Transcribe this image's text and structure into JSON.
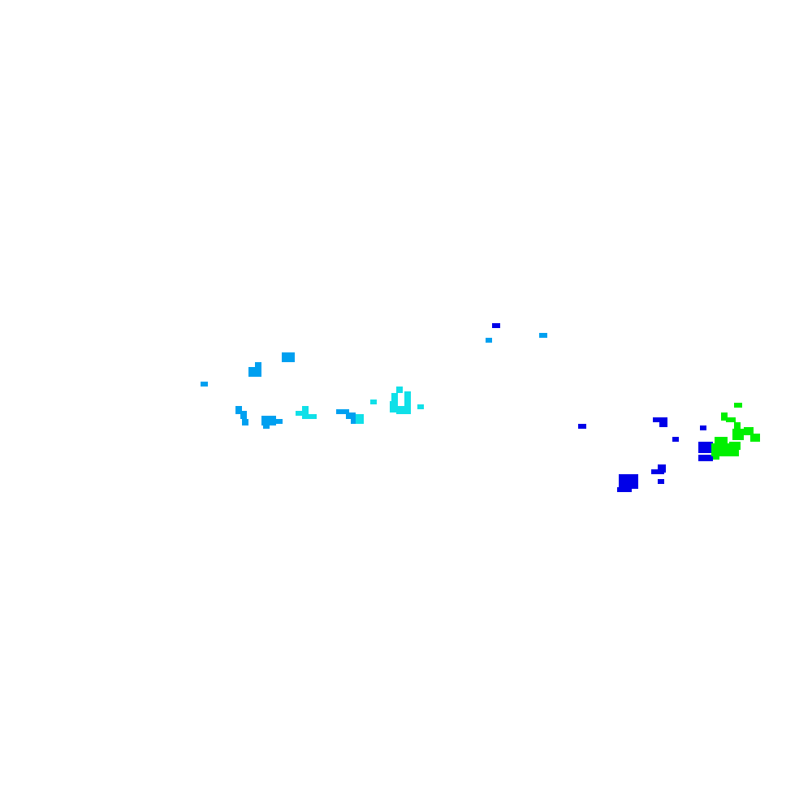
{
  "map": {
    "background": "#ffffff",
    "palette": {
      "light_blue": "#00a0f0",
      "cyan": "#10e0e8",
      "blue": "#0000e8",
      "green": "#00f000"
    },
    "layers": [
      {
        "name": "light-blue-cells",
        "color_key": "light_blue"
      },
      {
        "name": "cyan-cells",
        "color_key": "cyan"
      },
      {
        "name": "blue-cells",
        "color_key": "blue"
      },
      {
        "name": "green-cells",
        "color_key": "green"
      }
    ]
  }
}
